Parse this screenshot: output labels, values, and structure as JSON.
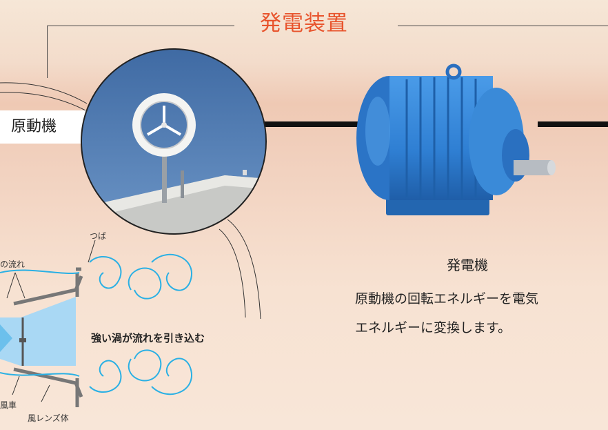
{
  "title": "発電装置",
  "prime_mover": {
    "label": "原動機"
  },
  "generator": {
    "title": "発電機",
    "desc_line1": "原動機の回転エネルギーを電気",
    "desc_line2": "エネルギーに変換します。"
  },
  "diagram": {
    "flow_label": "の流れ",
    "brim_label": "つば",
    "vortex_label": "強い渦が流れを引き込む",
    "windmill_label": "風車",
    "lens_label": "風レンズ体"
  },
  "colors": {
    "title": "#e8542d",
    "motor_blue": "#2f7fd3",
    "vortex": "#2ab0e4",
    "flow_fill": "#a9d8f4"
  }
}
